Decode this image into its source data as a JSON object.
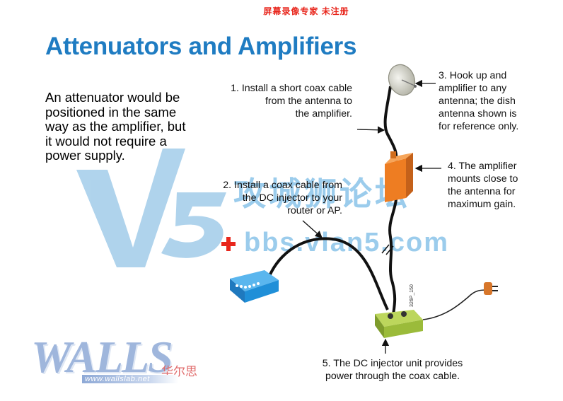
{
  "banner": "屏幕录像专家 未注册",
  "title": "Attenuators and Amplifiers",
  "body_text": "An attenuator would be positioned in the same way as the amplifier, but it would not require a power supply.",
  "steps": {
    "step1": [
      "1. Install a short coax cable",
      "from the antenna to",
      "the amplifier."
    ],
    "step2": [
      "2. Install a coax cable from",
      "the DC injector to your",
      "router or AP."
    ],
    "step3": [
      "3. Hook up and",
      "amplifier to any",
      "antenna; the dish",
      "antenna shown is",
      "for reference only."
    ],
    "step4": [
      "4. The amplifier",
      "mounts close to",
      "the antenna for",
      "maximum gain."
    ],
    "step5": [
      "5. The DC injector unit provides",
      "power through the coax cable."
    ]
  },
  "figure_id": "326P_150",
  "watermark": {
    "cn": "攻城狮论坛",
    "url": "bbs.vlan5.com"
  },
  "logo": {
    "word": "WALLS",
    "cn": "华尔思",
    "url": "www.wallslab.net"
  },
  "colors": {
    "title": "#1f7cc2",
    "banner": "#e8261c",
    "amplifier": "#ee7d22",
    "injector": "#9bbb3a",
    "router": "#1f8fd8",
    "watermark": "#4aa3dd"
  }
}
